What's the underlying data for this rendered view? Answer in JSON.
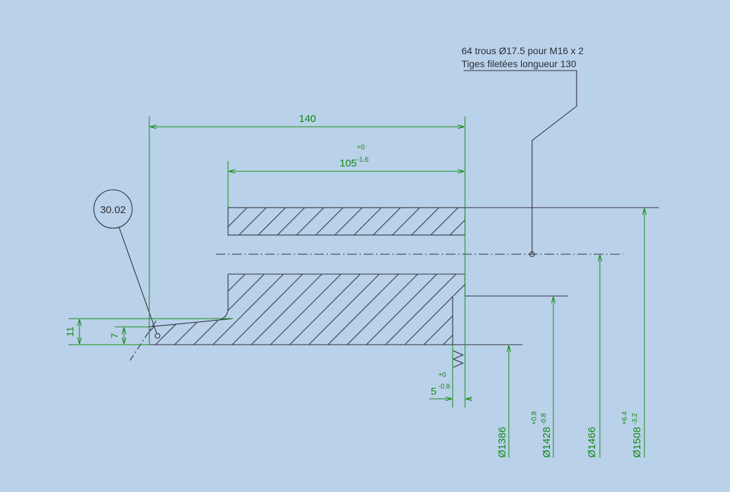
{
  "colors": {
    "background": "#b9d1e9",
    "dimension": "#138a13",
    "geometry": "#2d3035"
  },
  "note": {
    "line1": "64 trous Ø17.5 pour M16 x 2",
    "line2": "Tiges filetées longueur 130"
  },
  "balloon": {
    "label": "30.02"
  },
  "dimensions": {
    "overall_length": "140",
    "length_105": {
      "value": "105",
      "upper": "+0",
      "lower": "-1.6"
    },
    "height_11": "11",
    "height_7": "7",
    "width_5": {
      "value": "5",
      "upper": "+0",
      "lower": "-0.8"
    },
    "dia_1386": {
      "value": "Ø1386"
    },
    "dia_1428": {
      "value": "Ø1428",
      "upper": "+0.8",
      "lower": "-0.8"
    },
    "dia_1466": {
      "value": "Ø1466"
    },
    "dia_1508": {
      "value": "Ø1508",
      "upper": "+6.4",
      "lower": "-3.2"
    }
  }
}
